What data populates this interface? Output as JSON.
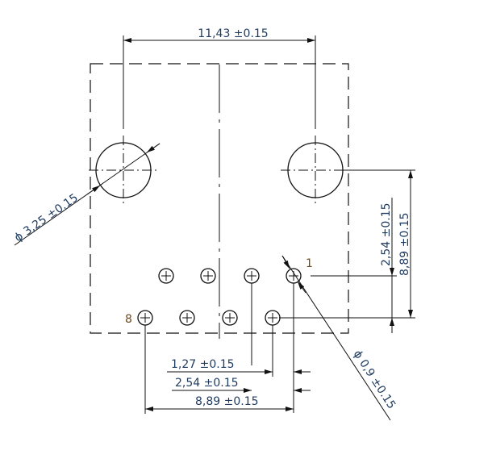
{
  "drawing": {
    "type": "PCB footprint / connector hole layout",
    "dimensions": {
      "mounting_hole_spacing": "11,43 ±0.15",
      "mounting_hole_diameter": "ϕ 3,25 ±0.15",
      "row_offset": "2,54 ±0.15",
      "mount_to_pin_row": "8,89 ±0.15",
      "pin_stagger": "1,27 ±0.15",
      "pin_pitch": "2,54 ±0.15",
      "pin_span": "8,89 ±0.15",
      "pin_hole_diameter": "ϕ 0,9 ±0.15"
    },
    "pin_labels": {
      "first": "1",
      "last": "8"
    },
    "colors": {
      "line": "#111111",
      "dimension_text": "#1e3a5f",
      "pin_label": "#6b4a1e"
    }
  }
}
